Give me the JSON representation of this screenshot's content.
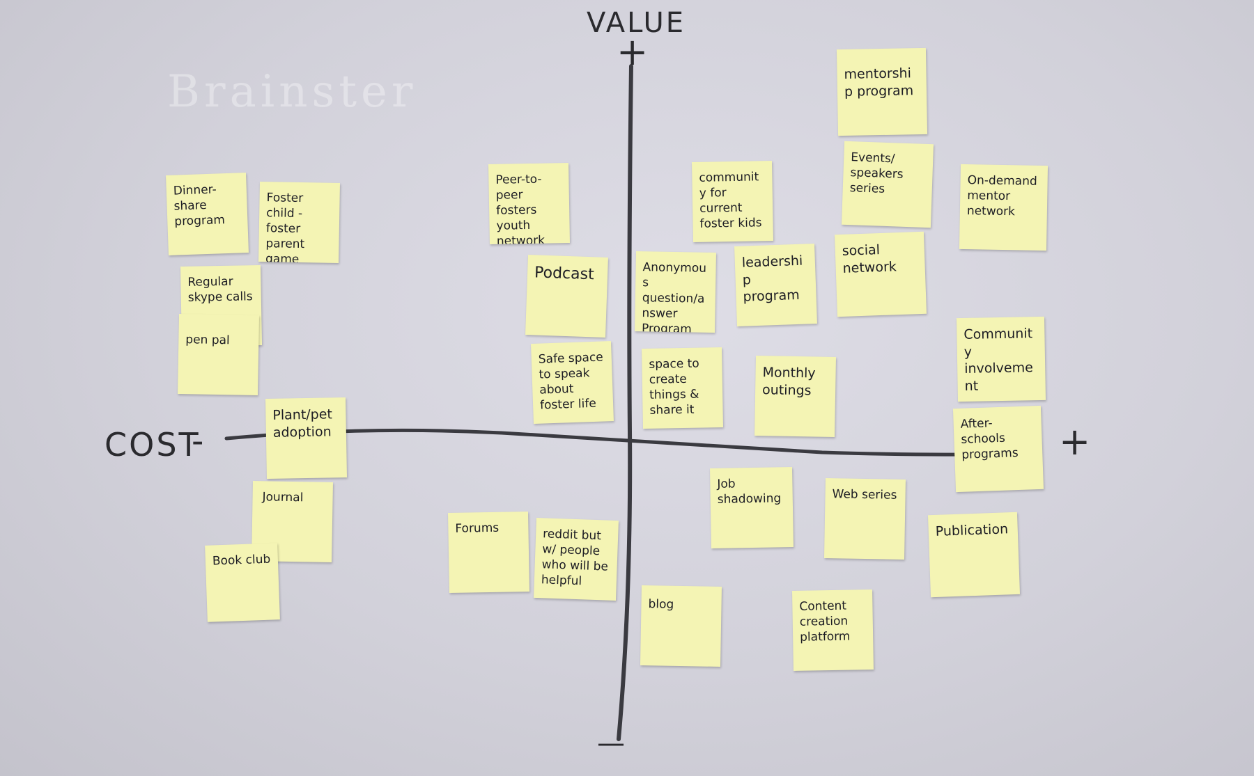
{
  "board": {
    "ghost_text": "Brainster",
    "y_axis": {
      "label": "VALUE",
      "top_mark": "+",
      "bottom_mark": "—"
    },
    "x_axis": {
      "label": "COST",
      "left_mark": "-",
      "right_mark": "+"
    }
  },
  "notes": [
    {
      "text": "Dinner-share program"
    },
    {
      "text": "Foster child - foster parent game"
    },
    {
      "text": "Regular skype calls"
    },
    {
      "text": "pen pal"
    },
    {
      "text": "Peer-to-peer fosters youth network"
    },
    {
      "text": "Podcast"
    },
    {
      "text": "Safe space to speak about foster life"
    },
    {
      "text": "Anonymous question/answer Program"
    },
    {
      "text": "community for current foster kids"
    },
    {
      "text": "leadership program"
    },
    {
      "text": "space to create things & share it"
    },
    {
      "text": "Monthly outings"
    },
    {
      "text": "mentorship program"
    },
    {
      "text": "Events/ speakers series"
    },
    {
      "text": "social network"
    },
    {
      "text": "On-demand mentor network"
    },
    {
      "text": "Community involvement"
    },
    {
      "text": "After-schools programs"
    },
    {
      "text": "Plant/pet adoption"
    },
    {
      "text": "Journal"
    },
    {
      "text": "Book club"
    },
    {
      "text": "Forums"
    },
    {
      "text": "reddit but w/ people who will be helpful"
    },
    {
      "text": "blog"
    },
    {
      "text": "Job shadowing"
    },
    {
      "text": "Web series"
    },
    {
      "text": "Content creation platform"
    },
    {
      "text": "Publication"
    }
  ],
  "colors": {
    "note": "#f4f4b4",
    "ink": "#2a2a2e",
    "board": "#d6d5de"
  }
}
